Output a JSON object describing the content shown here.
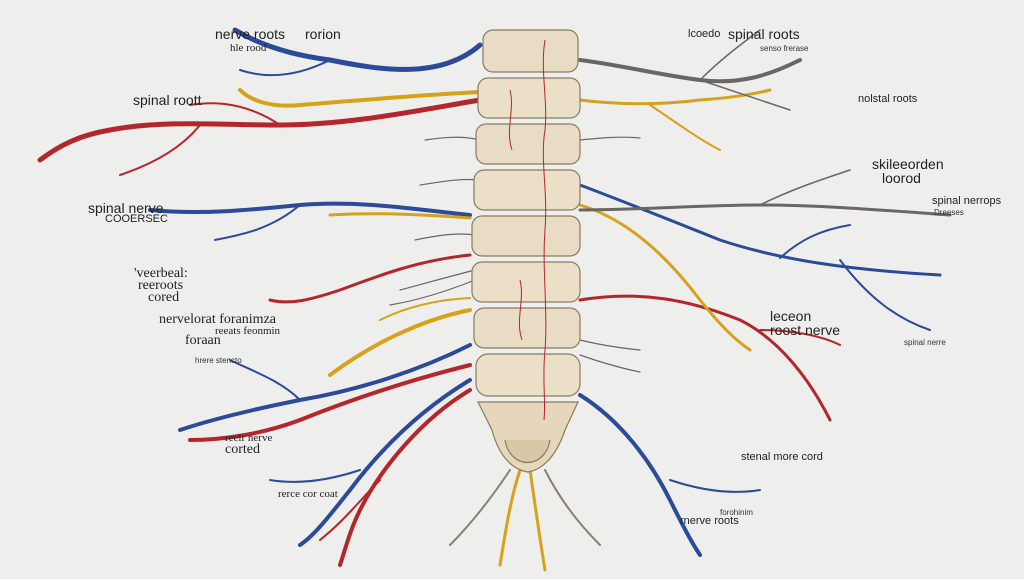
{
  "colors": {
    "background": "#eeeeec",
    "artery_red": "#b3262b",
    "nerve_blue": "#2b4a9a",
    "nerve_yellow": "#d6a21a",
    "nerve_gray": "#7a7370",
    "bone": "#e9dcc4"
  },
  "labels": {
    "nerve_roots_top": "nerve roots",
    "rorion": "rorion",
    "hle_rood": "hle rood",
    "spinal_roots_top": "spinal roots",
    "lcoedo": "lcoedo",
    "sensa_frerase": "senso frerase",
    "spinal_root_left": "spinal roott",
    "nolstal_roots": "nolstal roots",
    "skileerden": "skileeorden",
    "loorod": "loorod",
    "spinal_nerve_left": "spinal nerve",
    "cooersec": "COOERSEC",
    "spinal_nerrops": "spinal nerrops",
    "dreeses": "Dreeses",
    "veerbeal": "'veerbeal:",
    "reeroots": "reeroots",
    "cored": "cored",
    "nervelorat": "nervelorat foranimza",
    "reeats_feonmin": "reeats feonmin",
    "foraan": "foraan",
    "leceon": "leceon",
    "rooost_nerve": "roost nerve",
    "spinal_nerre_right": "spinal nerre",
    "hrerve_stencto": "hrere stencto",
    "reelr_nerve": "reelr nerve",
    "corted": "corted",
    "stenal_more_cord": "stenal more cord",
    "rerce_cor_coat": "rerce cor coat",
    "nerve_roots_bottom": "rnerve roots",
    "forohinim": "forohinim"
  }
}
